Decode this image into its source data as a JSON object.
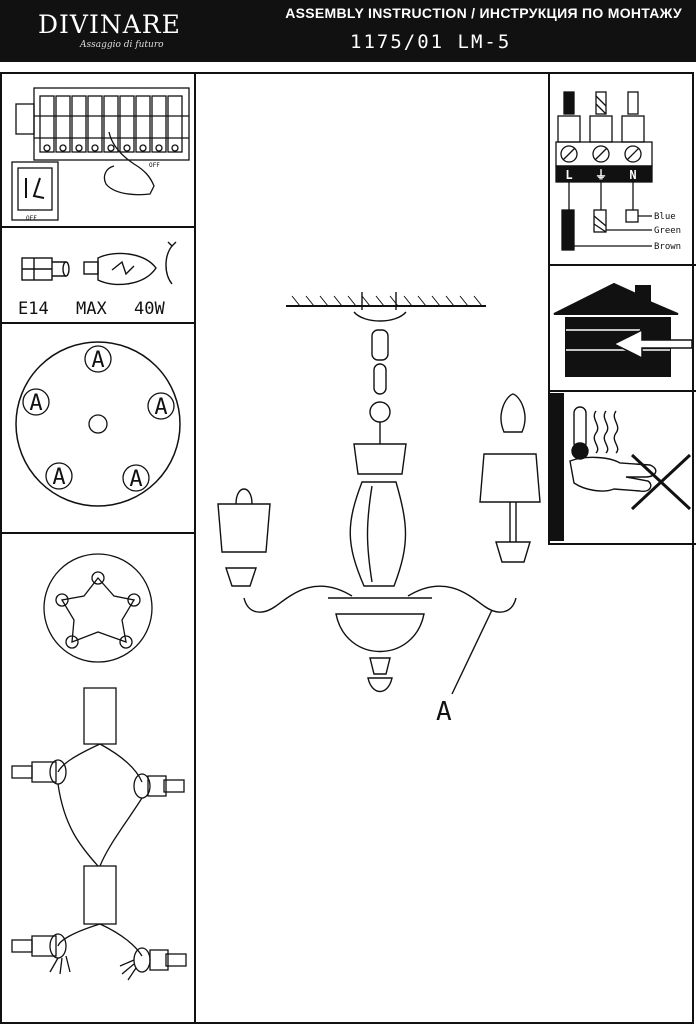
{
  "header": {
    "brand": "DIVINARE",
    "tagline": "Assaggio di futuro",
    "title": "ASSEMBLY INSTRUCTION / ИНСТРУКЦИЯ ПО МОНТАЖУ",
    "model": "1175/01  LM-5"
  },
  "switch_panel": {
    "off_label_1": "OFF",
    "off_label_2": "OFF"
  },
  "bulb": {
    "socket": "E14",
    "max": "MAX",
    "watt": "40W"
  },
  "mount": {
    "hole_label": "A"
  },
  "wiring": {
    "terminals": [
      "L",
      "⏚",
      "N"
    ],
    "wires": [
      "Blue",
      "Green",
      "Brown"
    ]
  },
  "main": {
    "arm_label": "A"
  }
}
